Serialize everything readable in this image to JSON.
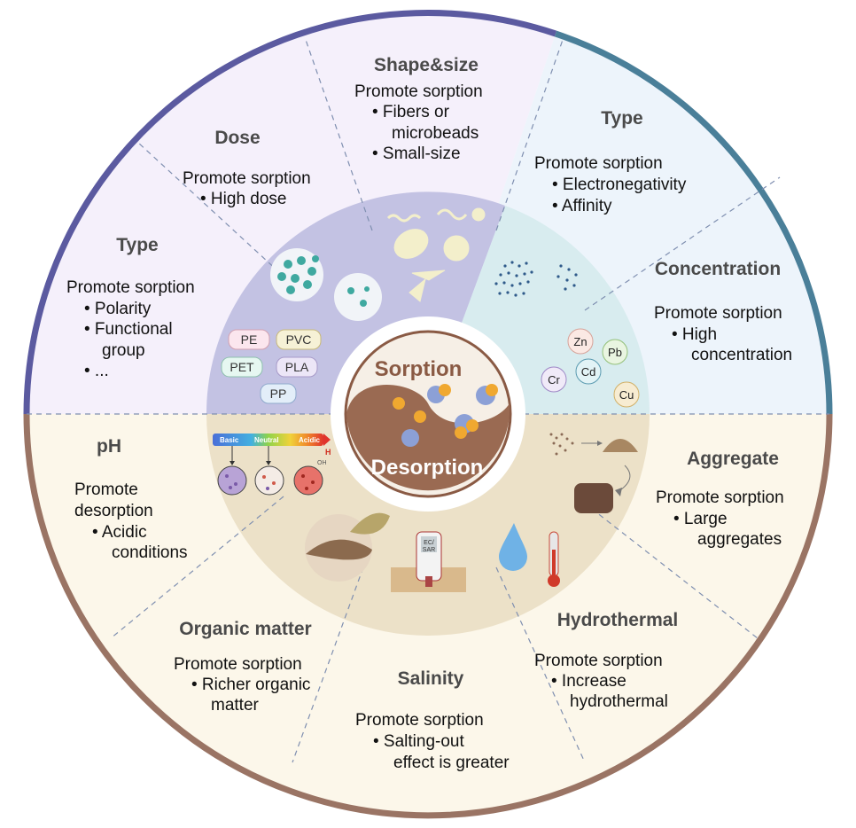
{
  "center": {
    "top_label": "Sorption",
    "bottom_label": "Desorption"
  },
  "colors": {
    "top_ring": "#5b5aa0",
    "top_right_ring": "#4a7f99",
    "bottom_ring": "#9a7464",
    "sorption_text": "#8a5a44",
    "desorption_fill": "#9a6a52"
  },
  "sections": {
    "type_mp": {
      "title": "Type",
      "lines": [
        "Promote sorption",
        "• Polarity",
        "• Functional",
        "group",
        "• ..."
      ]
    },
    "dose": {
      "title": "Dose",
      "lines": [
        "Promote sorption",
        "• High dose"
      ]
    },
    "shape": {
      "title": "Shape&size",
      "lines": [
        "Promote sorption",
        "• Fibers or",
        "microbeads",
        "• Small-size"
      ]
    },
    "type_metal": {
      "title": "Type",
      "lines": [
        "Promote sorption",
        "• Electronegativity",
        "• Affinity"
      ]
    },
    "concentration": {
      "title": "Concentration",
      "lines": [
        "Promote sorption",
        "• High",
        "concentration"
      ]
    },
    "aggregate": {
      "title": "Aggregate",
      "lines": [
        "Promote sorption",
        "• Large",
        "aggregates"
      ]
    },
    "hydrothermal": {
      "title": "Hydrothermal",
      "lines": [
        "Promote sorption",
        "• Increase",
        "hydrothermal"
      ]
    },
    "salinity": {
      "title": "Salinity",
      "lines": [
        "Promote sorption",
        "• Salting-out",
        "effect is greater"
      ]
    },
    "organic": {
      "title": "Organic matter",
      "lines": [
        "Promote sorption",
        "• Richer organic",
        "matter"
      ]
    },
    "ph": {
      "title": "pH",
      "lines": [
        "Promote",
        "desorption",
        "• Acidic",
        "conditions"
      ]
    }
  },
  "polymers": [
    "PE",
    "PVC",
    "PET",
    "PLA",
    "PP"
  ],
  "metals": [
    "Zn",
    "Pb",
    "Cd",
    "Cr",
    "Cu"
  ],
  "ph_scale": {
    "basic": "Basic",
    "neutral": "Neutral",
    "acidic": "Acidic",
    "h": "H",
    "oh": "OH"
  },
  "meter_label": [
    "EC/",
    "SAR"
  ],
  "icons": [
    "microplastic-dose-icon",
    "fiber-shape-icon",
    "dot-pattern-icon",
    "soil-aggregate-icon",
    "water-drop-icon",
    "thermometer-icon",
    "salinity-meter-icon",
    "soil-leaf-icon",
    "ph-scale-icon"
  ]
}
